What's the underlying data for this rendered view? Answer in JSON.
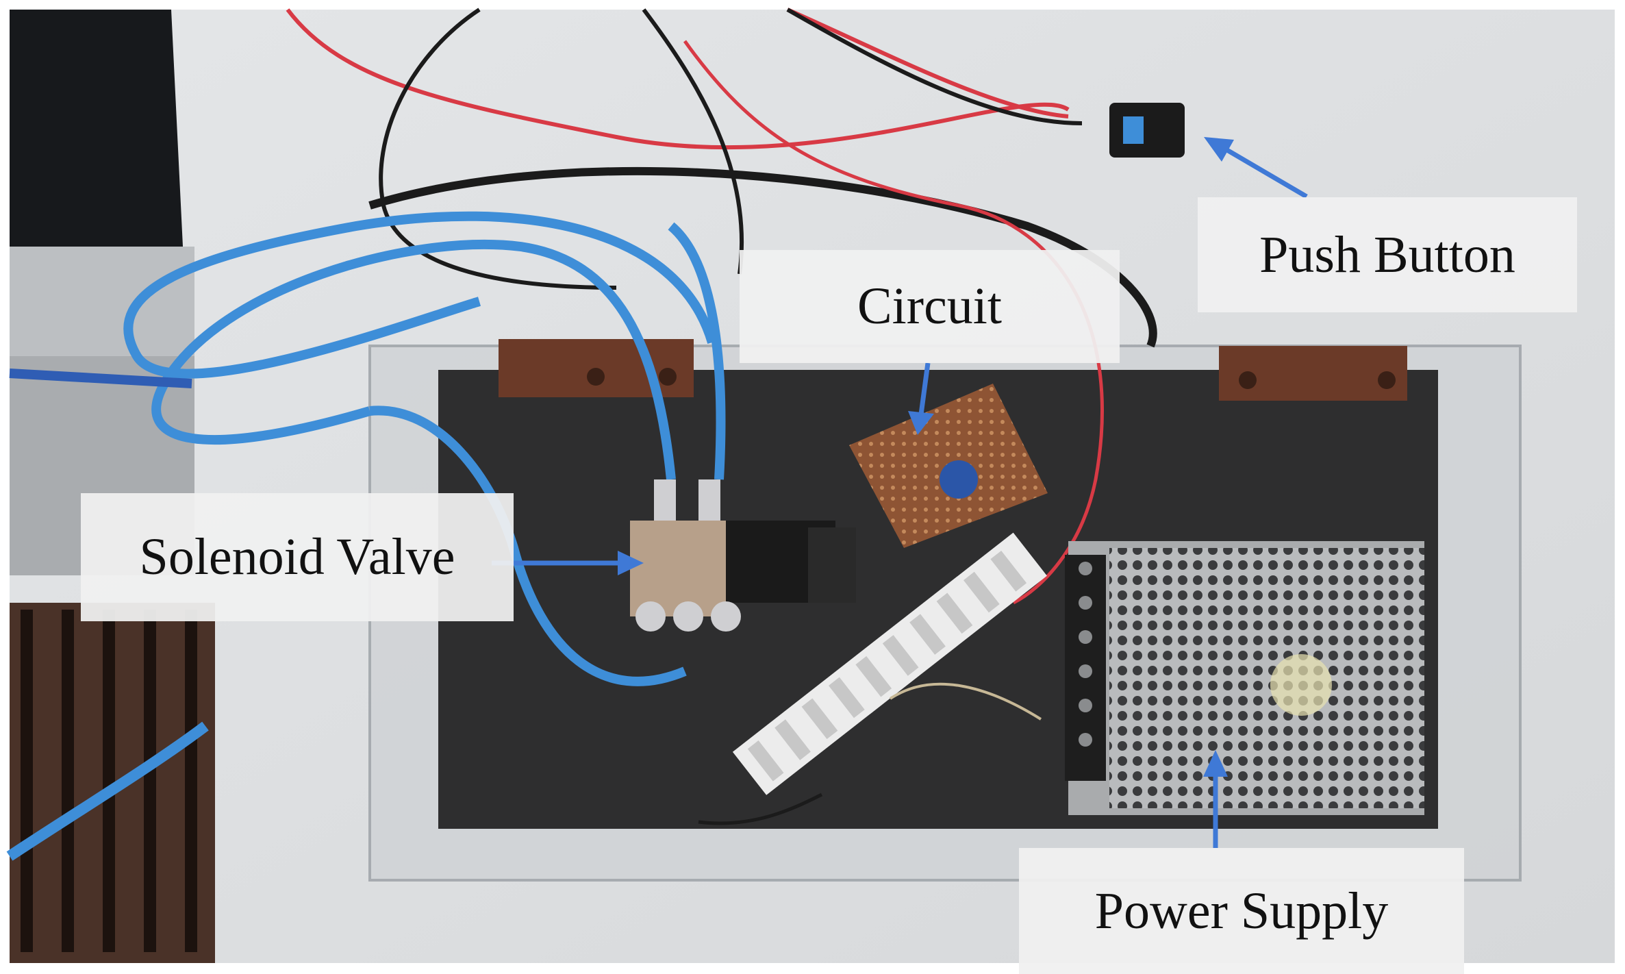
{
  "labels": {
    "push_button": "Push Button",
    "circuit": "Circuit",
    "solenoid_valve": "Solenoid Valve",
    "power_supply": "Power Supply"
  },
  "colors": {
    "arrow": "#3f79d6",
    "label_background": "#f0f0f0",
    "wall": "#dfe1e4",
    "acrylic_board": "#2e2e2f",
    "tubing": "#3e8ed8",
    "wire_red": "#d83a45",
    "wire_black": "#1b1b1b",
    "terminal_strip": "#ececec",
    "solenoid_valve_body": "#b7a08a",
    "circuit_board": "#8e5434",
    "power_supply_case": "#b5b7b9",
    "mounting_brackets": "#6b3a28"
  }
}
